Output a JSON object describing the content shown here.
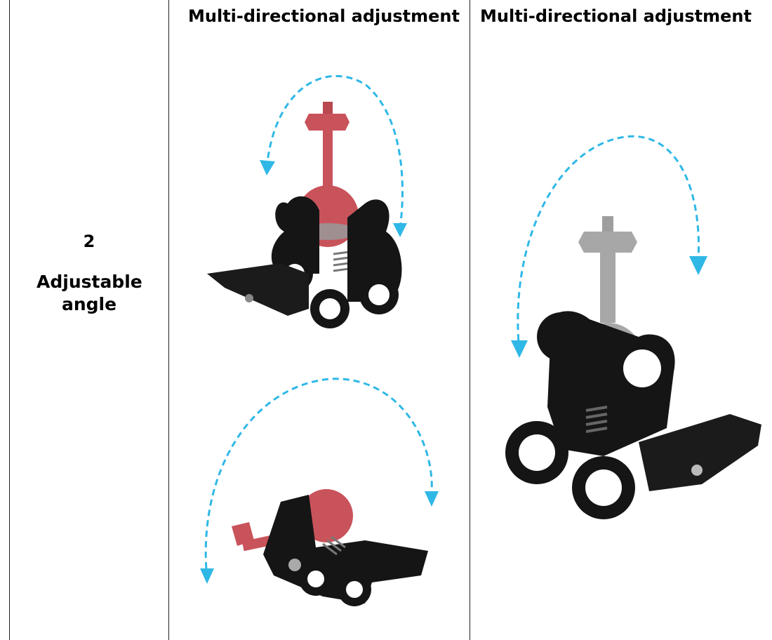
{
  "table": {
    "row_number": "2",
    "row_label": "Adjustable angle",
    "columns": [
      {
        "heading": "Multi-directional adjustment"
      },
      {
        "heading": "Multi-directional adjustment"
      }
    ]
  },
  "colors": {
    "border": "#222222",
    "clamp_black": "#151515",
    "ball_red": "#c9535b",
    "ball_gray": "#a7a7a7",
    "arrow_blue": "#2fb8e6"
  },
  "icons": [
    "butterfly-clamp-image",
    "ball-mount-image",
    "rotation-arrow-icon"
  ]
}
